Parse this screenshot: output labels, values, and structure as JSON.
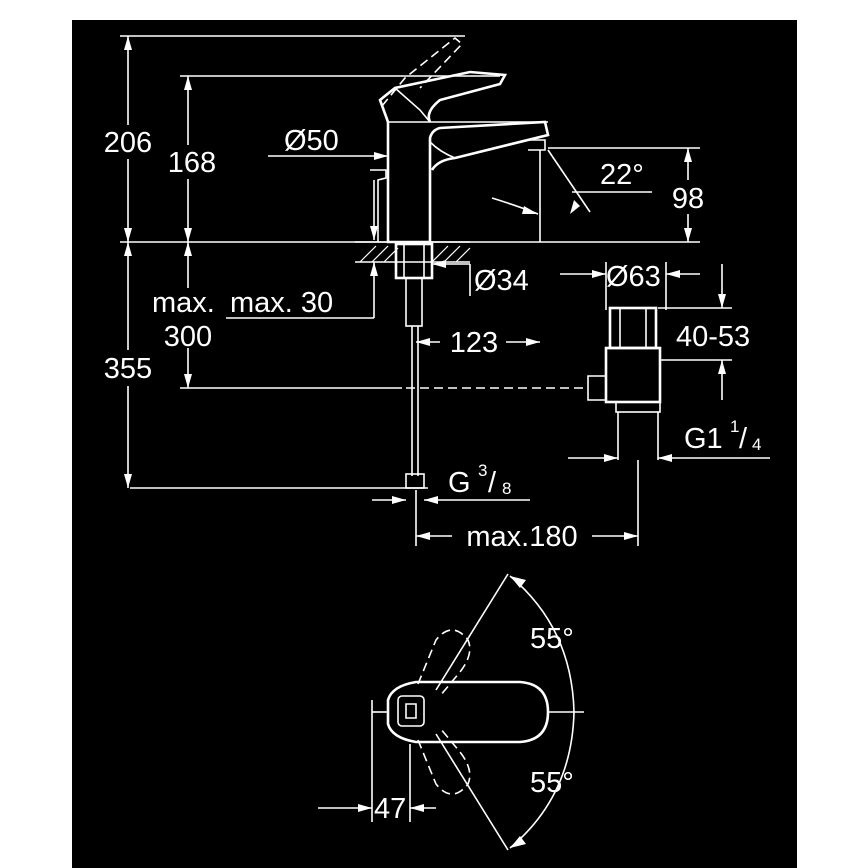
{
  "colors": {
    "background": "#000000",
    "line": "#ffffff",
    "page_border": "#ffffff"
  },
  "labels": {
    "h206": "206",
    "h168": "168",
    "d50": "Ø50",
    "angle22": "22°",
    "h98": "98",
    "d34": "Ø34",
    "d63": "Ø63",
    "max_a": "max.",
    "max30": "max. 30",
    "h300": "300",
    "h355": "355",
    "l123": "123",
    "range40_53": "40-53",
    "g114_main": "G1",
    "g114_num": "1",
    "g114_den": "4",
    "g38_main": "G",
    "g38_num": "3",
    "g38_den": "8",
    "max180": "max.180",
    "angle55_top": "55°",
    "angle55_bottom": "55°",
    "l47": "47"
  }
}
